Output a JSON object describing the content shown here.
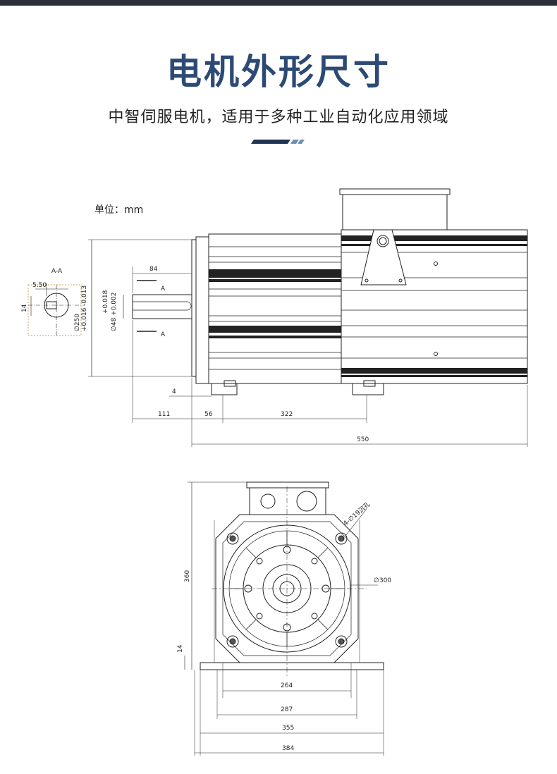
{
  "header": {
    "title": "电机外形尺寸",
    "subtitle": "中智伺服电机，适用于多种工业自动化应用领域"
  },
  "drawing": {
    "unit_label": "单位：mm",
    "section_label": "A-A",
    "section_mark": "A",
    "dims_side": {
      "key_width": "5.50",
      "key_height": "14",
      "shaft_tol": "+0.016 -0.013",
      "flange_dia": "∅250",
      "shaft_dia": "∅48 +0.002",
      "shaft_tol2": "+0.018",
      "shaft_len": "84",
      "step": "4",
      "d111": "111",
      "d56": "56",
      "d322": "322",
      "d550": "550"
    },
    "dims_front": {
      "height": "360",
      "base_h": "14",
      "holes": "4-∅19沉孔",
      "dia300": "∅300",
      "w264": "264",
      "w287": "287",
      "w355": "355",
      "w384": "384"
    }
  },
  "colors": {
    "title": "#2c4a75",
    "line": "#222222",
    "deco_dark": "#1f3552",
    "deco_light": "#6f8fb4"
  }
}
